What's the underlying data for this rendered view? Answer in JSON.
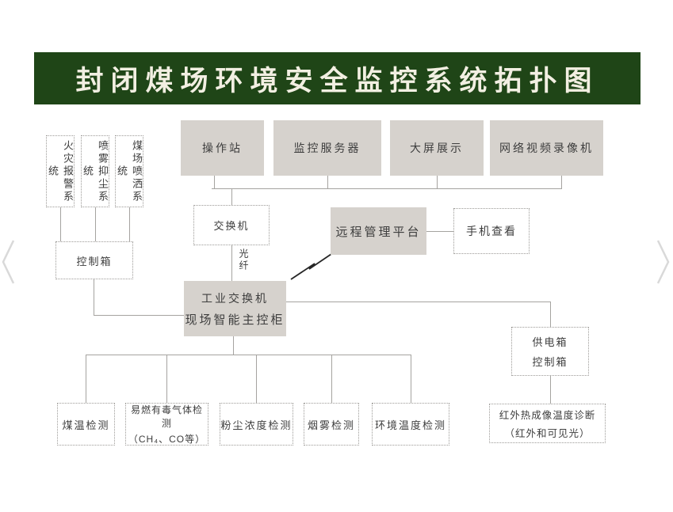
{
  "banner": {
    "title": "封闭煤场环境安全监控系统拓扑图"
  },
  "colors": {
    "banner_bg": "#1f4517",
    "banner_text": "#f2efe2",
    "node_fill": "#d6d2cd",
    "node_text": "#3d3d3d",
    "connector": "#a5a3a0",
    "dotted_border": "#9c9a97"
  },
  "top_row": [
    {
      "id": "operator-station",
      "label": "操作站"
    },
    {
      "id": "monitor-server",
      "label": "监控服务器"
    },
    {
      "id": "big-screen",
      "label": "大屏展示"
    },
    {
      "id": "nvr",
      "label": "网络视频录像机"
    }
  ],
  "left_group": {
    "systems": [
      {
        "id": "fire-alarm",
        "label": "火灾报警系统"
      },
      {
        "id": "spray-dust-suppression",
        "label": "喷雾抑尘系统"
      },
      {
        "id": "coal-yard-spraying",
        "label": "煤场喷洒系统"
      }
    ],
    "control_box": "控制箱"
  },
  "network": {
    "switch": "交换机",
    "fiber": "光纤",
    "remote_platform": "远程管理平台",
    "mobile_view": "手机查看",
    "main_cabinet_line1": "工业交换机",
    "main_cabinet_line2": "现场智能主控柜"
  },
  "sensors": [
    {
      "id": "coal-temp",
      "label": "煤温检测"
    },
    {
      "id": "gas-detect",
      "label": "易燃有毒气体检测",
      "sub": "（CH₄、CO等）"
    },
    {
      "id": "dust-density",
      "label": "粉尘浓度检测"
    },
    {
      "id": "smoke-detect",
      "label": "烟雾检测"
    },
    {
      "id": "env-temp",
      "label": "环境温度检测"
    }
  ],
  "right_group": {
    "power_box_line1": "供电箱",
    "power_box_line2": "控制箱",
    "ir_line1": "红外热成像温度诊断",
    "ir_line2": "（红外和可见光）"
  },
  "icons": {
    "carousel_prev": "chevron-left",
    "carousel_next": "chevron-right",
    "wireless_link": "lightning-bolt"
  }
}
